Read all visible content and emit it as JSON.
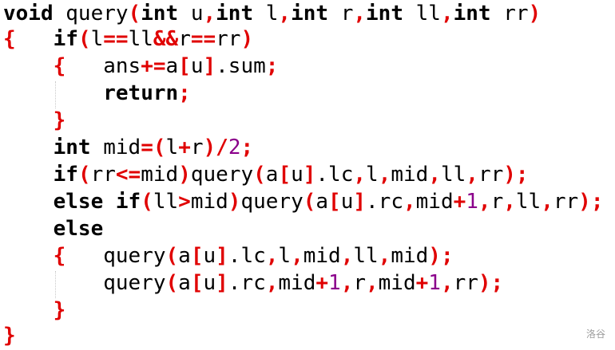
{
  "editor": {
    "colors": {
      "text": "#000000",
      "operator": "#e00000",
      "number": "#8b008b",
      "background": "#ffffff"
    },
    "lines": [
      [
        {
          "t": "void",
          "c": "kw"
        },
        {
          "t": " query"
        },
        {
          "t": "(",
          "c": "op"
        },
        {
          "t": "int",
          "c": "kw"
        },
        {
          "t": " u"
        },
        {
          "t": ",",
          "c": "op"
        },
        {
          "t": "int",
          "c": "kw"
        },
        {
          "t": " l"
        },
        {
          "t": ",",
          "c": "op"
        },
        {
          "t": "int",
          "c": "kw"
        },
        {
          "t": " r"
        },
        {
          "t": ",",
          "c": "op"
        },
        {
          "t": "int",
          "c": "kw"
        },
        {
          "t": " ll"
        },
        {
          "t": ",",
          "c": "op"
        },
        {
          "t": "int",
          "c": "kw"
        },
        {
          "t": " rr"
        },
        {
          "t": ")",
          "c": "op"
        }
      ],
      [
        {
          "t": "{",
          "c": "op"
        },
        {
          "t": "   "
        },
        {
          "t": "if",
          "c": "kw"
        },
        {
          "t": "(",
          "c": "op"
        },
        {
          "t": "l"
        },
        {
          "t": "==",
          "c": "op"
        },
        {
          "t": "ll"
        },
        {
          "t": "&&",
          "c": "op"
        },
        {
          "t": "r"
        },
        {
          "t": "==",
          "c": "op"
        },
        {
          "t": "rr"
        },
        {
          "t": ")",
          "c": "op"
        }
      ],
      [
        {
          "t": "    "
        },
        {
          "t": "{",
          "c": "op"
        },
        {
          "t": "   ans"
        },
        {
          "t": "+=",
          "c": "op"
        },
        {
          "t": "a"
        },
        {
          "t": "[",
          "c": "op"
        },
        {
          "t": "u"
        },
        {
          "t": "]",
          "c": "op"
        },
        {
          "t": "."
        },
        {
          "t": "sum"
        },
        {
          "t": ";",
          "c": "op"
        }
      ],
      [
        {
          "t": "        "
        },
        {
          "t": "return",
          "c": "kw"
        },
        {
          "t": ";",
          "c": "op"
        }
      ],
      [
        {
          "t": "    "
        },
        {
          "t": "}",
          "c": "op"
        }
      ],
      [
        {
          "t": "    "
        },
        {
          "t": "int",
          "c": "kw"
        },
        {
          "t": " mid"
        },
        {
          "t": "=(",
          "c": "op"
        },
        {
          "t": "l"
        },
        {
          "t": "+",
          "c": "op"
        },
        {
          "t": "r"
        },
        {
          "t": ")/",
          "c": "op"
        },
        {
          "t": "2",
          "c": "num"
        },
        {
          "t": ";",
          "c": "op"
        }
      ],
      [
        {
          "t": "    "
        },
        {
          "t": "if",
          "c": "kw"
        },
        {
          "t": "(",
          "c": "op"
        },
        {
          "t": "rr"
        },
        {
          "t": "<=",
          "c": "op"
        },
        {
          "t": "mid"
        },
        {
          "t": ")",
          "c": "op"
        },
        {
          "t": "query"
        },
        {
          "t": "(",
          "c": "op"
        },
        {
          "t": "a"
        },
        {
          "t": "[",
          "c": "op"
        },
        {
          "t": "u"
        },
        {
          "t": "]",
          "c": "op"
        },
        {
          "t": ".lc"
        },
        {
          "t": ",",
          "c": "op"
        },
        {
          "t": "l"
        },
        {
          "t": ",",
          "c": "op"
        },
        {
          "t": "mid"
        },
        {
          "t": ",",
          "c": "op"
        },
        {
          "t": "ll"
        },
        {
          "t": ",",
          "c": "op"
        },
        {
          "t": "rr"
        },
        {
          "t": ");",
          "c": "op"
        }
      ],
      [
        {
          "t": "    "
        },
        {
          "t": "else if",
          "c": "kw"
        },
        {
          "t": "(",
          "c": "op"
        },
        {
          "t": "ll"
        },
        {
          "t": ">",
          "c": "op"
        },
        {
          "t": "mid"
        },
        {
          "t": ")",
          "c": "op"
        },
        {
          "t": "query"
        },
        {
          "t": "(",
          "c": "op"
        },
        {
          "t": "a"
        },
        {
          "t": "[",
          "c": "op"
        },
        {
          "t": "u"
        },
        {
          "t": "]",
          "c": "op"
        },
        {
          "t": ".rc"
        },
        {
          "t": ",",
          "c": "op"
        },
        {
          "t": "mid"
        },
        {
          "t": "+",
          "c": "op"
        },
        {
          "t": "1",
          "c": "num"
        },
        {
          "t": ",",
          "c": "op"
        },
        {
          "t": "r"
        },
        {
          "t": ",",
          "c": "op"
        },
        {
          "t": "ll"
        },
        {
          "t": ",",
          "c": "op"
        },
        {
          "t": "rr"
        },
        {
          "t": ");",
          "c": "op"
        }
      ],
      [
        {
          "t": "    "
        },
        {
          "t": "else",
          "c": "kw"
        }
      ],
      [
        {
          "t": "    "
        },
        {
          "t": "{",
          "c": "op"
        },
        {
          "t": "   query"
        },
        {
          "t": "(",
          "c": "op"
        },
        {
          "t": "a"
        },
        {
          "t": "[",
          "c": "op"
        },
        {
          "t": "u"
        },
        {
          "t": "]",
          "c": "op"
        },
        {
          "t": ".lc"
        },
        {
          "t": ",",
          "c": "op"
        },
        {
          "t": "l"
        },
        {
          "t": ",",
          "c": "op"
        },
        {
          "t": "mid"
        },
        {
          "t": ",",
          "c": "op"
        },
        {
          "t": "ll"
        },
        {
          "t": ",",
          "c": "op"
        },
        {
          "t": "mid"
        },
        {
          "t": ");",
          "c": "op"
        }
      ],
      [
        {
          "t": "        query"
        },
        {
          "t": "(",
          "c": "op"
        },
        {
          "t": "a"
        },
        {
          "t": "[",
          "c": "op"
        },
        {
          "t": "u"
        },
        {
          "t": "]",
          "c": "op"
        },
        {
          "t": ".rc"
        },
        {
          "t": ",",
          "c": "op"
        },
        {
          "t": "mid"
        },
        {
          "t": "+",
          "c": "op"
        },
        {
          "t": "1",
          "c": "num"
        },
        {
          "t": ",",
          "c": "op"
        },
        {
          "t": "r"
        },
        {
          "t": ",",
          "c": "op"
        },
        {
          "t": "mid"
        },
        {
          "t": "+",
          "c": "op"
        },
        {
          "t": "1",
          "c": "num"
        },
        {
          "t": ",",
          "c": "op"
        },
        {
          "t": "rr"
        },
        {
          "t": ");",
          "c": "op"
        }
      ],
      [
        {
          "t": "    "
        },
        {
          "t": "}",
          "c": "op"
        }
      ],
      [
        {
          "t": "}",
          "c": "op"
        }
      ]
    ]
  },
  "watermark": "洛谷"
}
